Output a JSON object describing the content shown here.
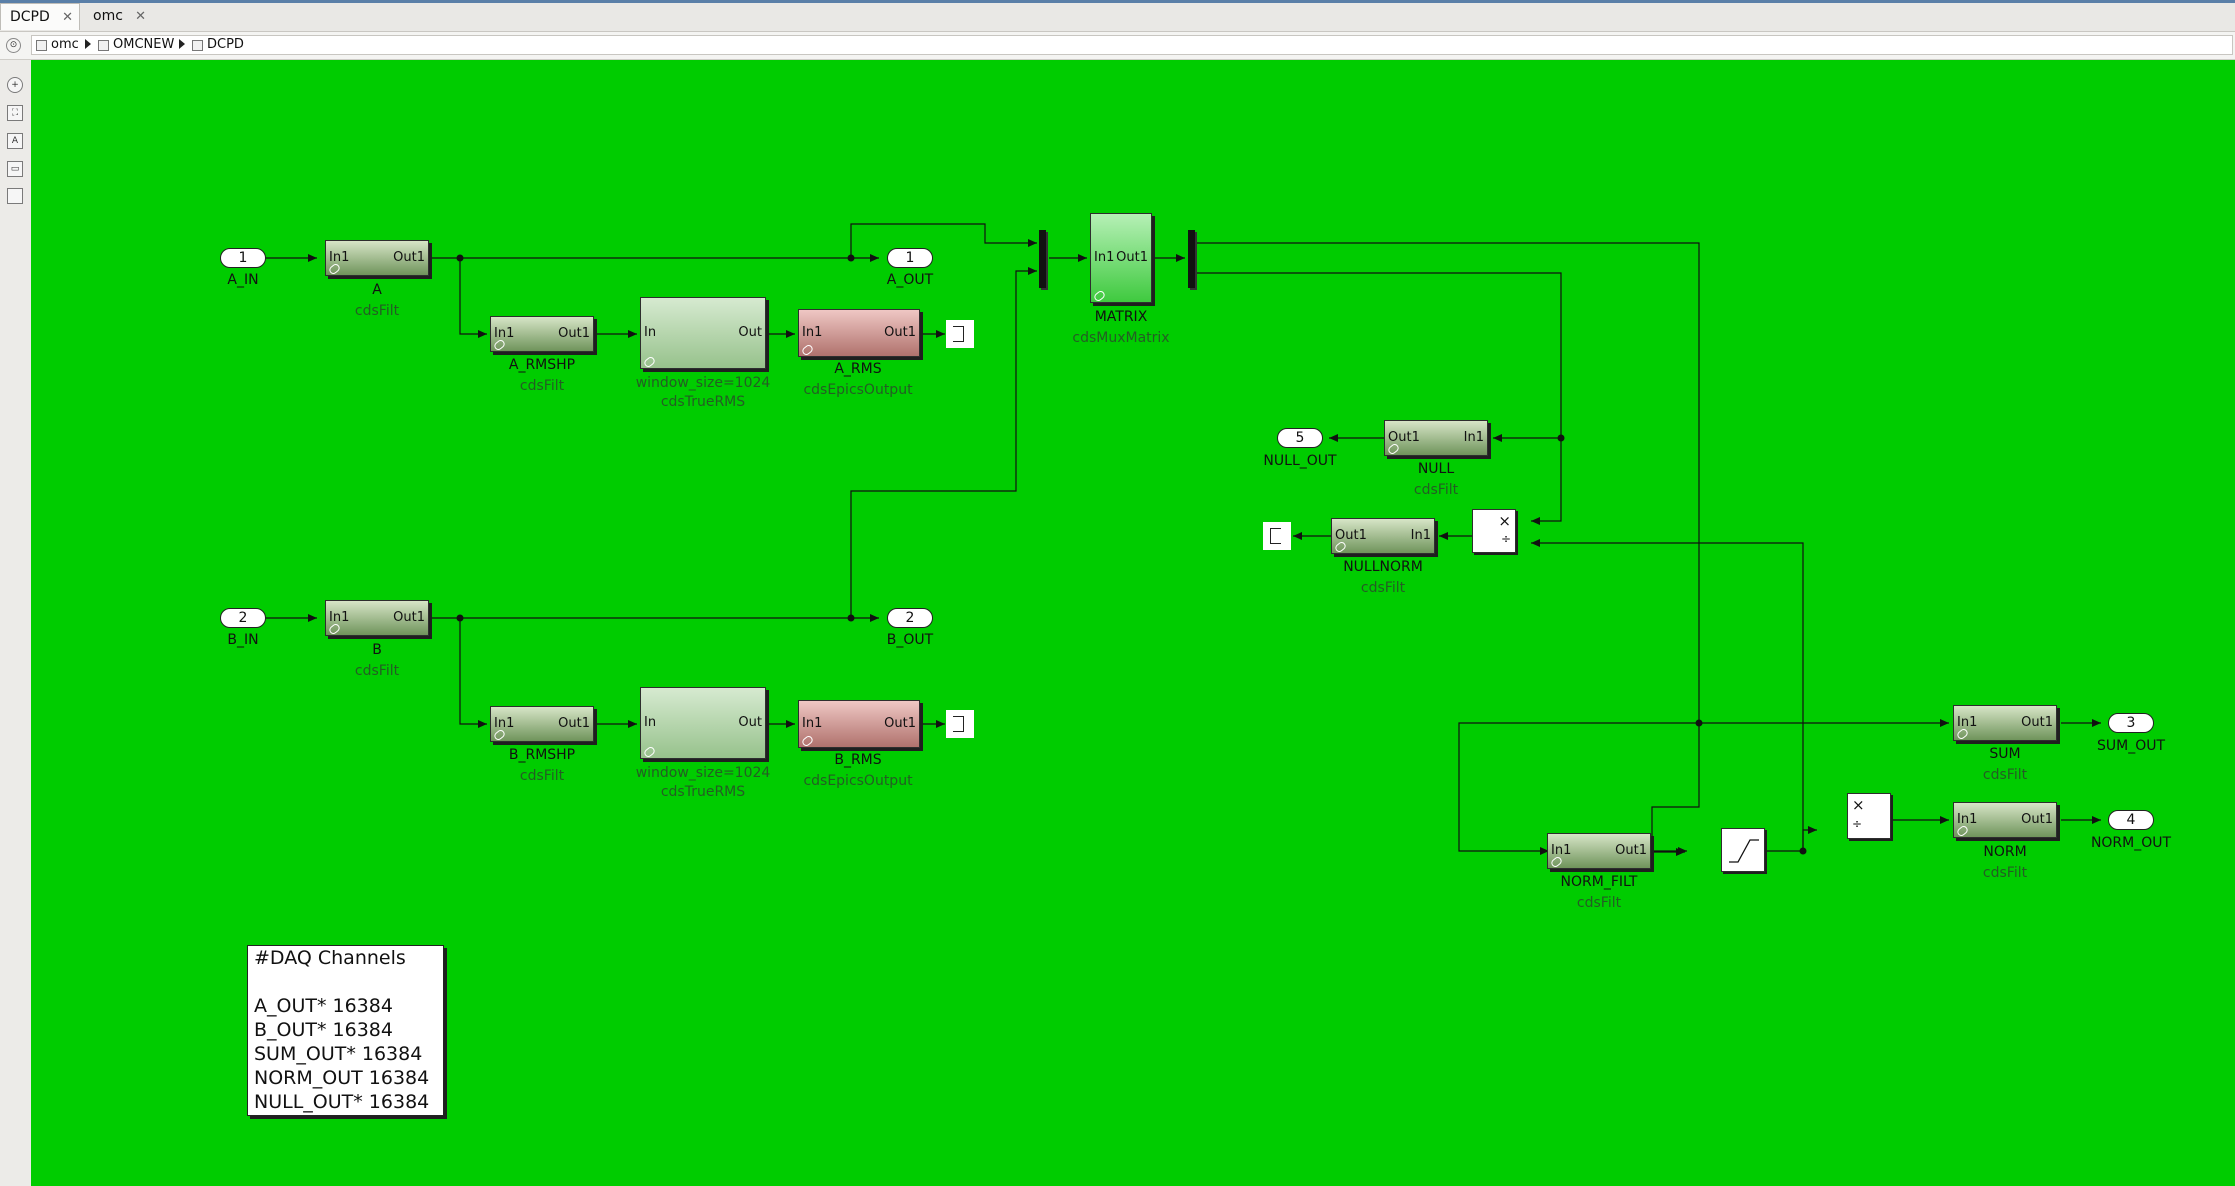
{
  "tabs": [
    {
      "label": "DCPD",
      "close": "✕"
    },
    {
      "label": "omc",
      "close": "✕"
    }
  ],
  "breadcrumb": [
    "omc",
    "OMCNEW",
    "DCPD"
  ],
  "toolbar": {
    "icons": [
      "zoom-icon",
      "fit-view-icon",
      "text-icon",
      "image-icon",
      "checkbox-icon"
    ]
  },
  "canvas": {
    "background": "#00cc00"
  },
  "inports": [
    {
      "num": "1",
      "label": "A_IN"
    },
    {
      "num": "2",
      "label": "B_IN"
    }
  ],
  "outports": [
    {
      "num": "1",
      "label": "A_OUT"
    },
    {
      "num": "2",
      "label": "B_OUT"
    },
    {
      "num": "5",
      "label": "NULL_OUT"
    },
    {
      "num": "3",
      "label": "SUM_OUT"
    },
    {
      "num": "4",
      "label": "NORM_OUT"
    }
  ],
  "blocks": {
    "a": {
      "name": "A",
      "lib": "cdsFilt",
      "in": "In1",
      "out": "Out1"
    },
    "a_rmshp": {
      "name": "A_RMSHP",
      "lib": "cdsFilt",
      "in": "In1",
      "out": "Out1"
    },
    "a_truerms": {
      "name": "window_size=1024",
      "lib": "cdsTrueRMS",
      "in": "In",
      "out": "Out"
    },
    "a_rms": {
      "name": "A_RMS",
      "lib": "cdsEpicsOutput",
      "in": "In1",
      "out": "Out1"
    },
    "b": {
      "name": "B",
      "lib": "cdsFilt",
      "in": "In1",
      "out": "Out1"
    },
    "b_rmshp": {
      "name": "B_RMSHP",
      "lib": "cdsFilt",
      "in": "In1",
      "out": "Out1"
    },
    "b_truerms": {
      "name": "window_size=1024",
      "lib": "cdsTrueRMS",
      "in": "In",
      "out": "Out"
    },
    "b_rms": {
      "name": "B_RMS",
      "lib": "cdsEpicsOutput",
      "in": "In1",
      "out": "Out1"
    },
    "matrix": {
      "name": "MATRIX",
      "lib": "cdsMuxMatrix",
      "in": "In1",
      "out": "Out1"
    },
    "null": {
      "name": "NULL",
      "lib": "cdsFilt",
      "in": "In1",
      "out": "Out1"
    },
    "nullnorm": {
      "name": "NULLNORM",
      "lib": "cdsFilt",
      "in": "In1",
      "out": "Out1"
    },
    "sum": {
      "name": "SUM",
      "lib": "cdsFilt",
      "in": "In1",
      "out": "Out1"
    },
    "norm": {
      "name": "NORM",
      "lib": "cdsFilt",
      "in": "In1",
      "out": "Out1"
    },
    "norm_filt": {
      "name": "NORM_FILT",
      "lib": "cdsFilt",
      "in": "In1",
      "out": "Out1"
    }
  },
  "product_symbols": {
    "times": "×",
    "divide": "÷"
  },
  "daq_note": {
    "title": "#DAQ Channels",
    "lines": [
      "A_OUT* 16384",
      "B_OUT* 16384",
      "SUM_OUT* 16384",
      "NORM_OUT 16384",
      "NULL_OUT* 16384"
    ]
  }
}
